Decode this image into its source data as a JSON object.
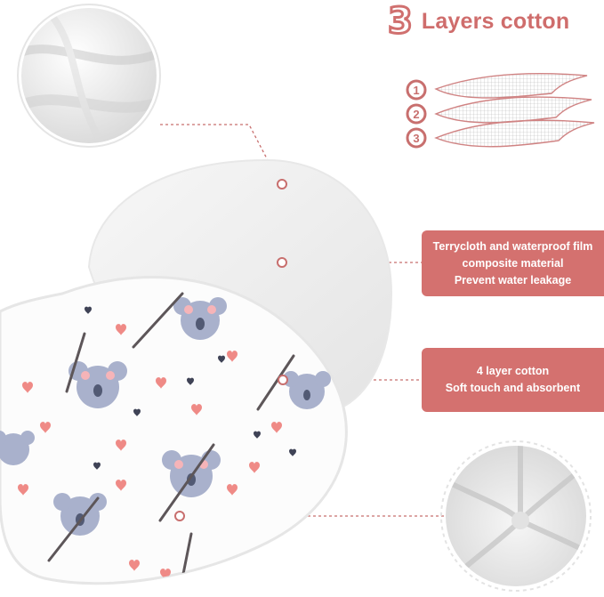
{
  "headline": {
    "number": "3",
    "text": "Layers cotton"
  },
  "layers": [
    "1",
    "2",
    "3"
  ],
  "callouts": [
    {
      "lines": [
        "Terrycloth and waterproof film",
        "composite material",
        "Prevent water leakage"
      ]
    },
    {
      "lines": [
        "4 layer cotton",
        "Soft touch and absorbent"
      ]
    }
  ],
  "colors": {
    "accent": "#d4716f",
    "accent_dark": "#c95f5f",
    "koala": "#a9b1cc",
    "heart": "#ef8a86"
  }
}
